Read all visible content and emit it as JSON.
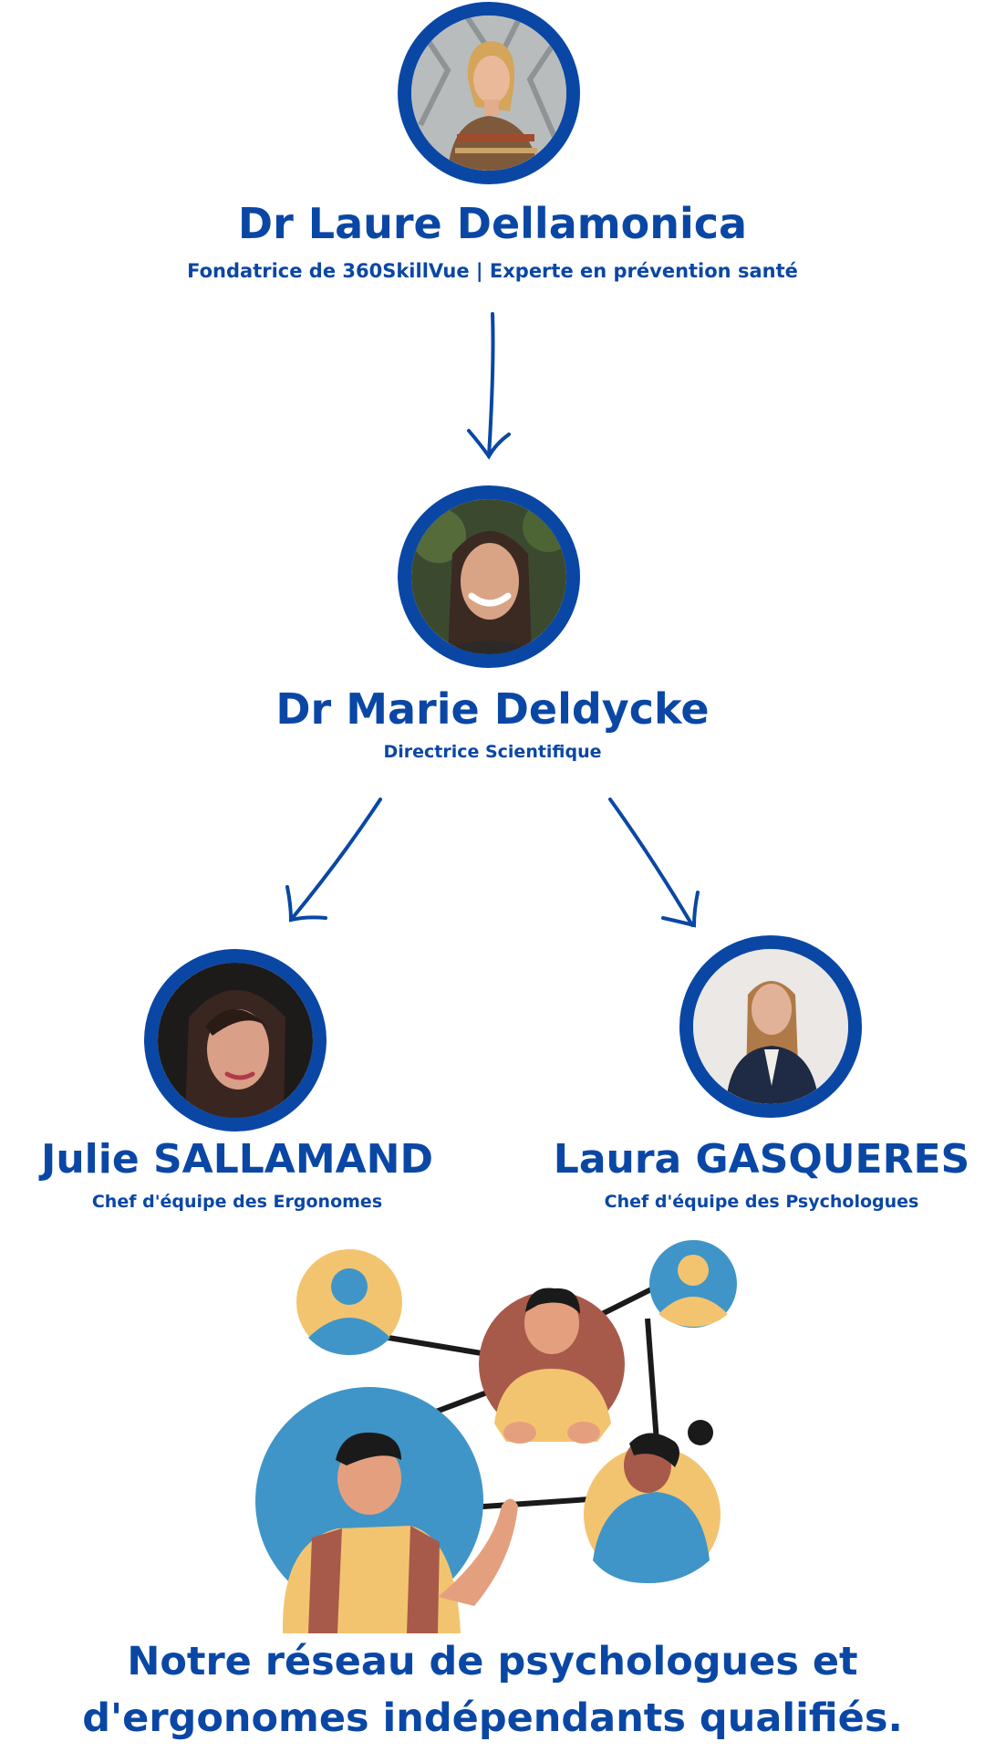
{
  "people": [
    {
      "name": "Dr Laure Dellamonica",
      "role": "Fondatrice de 360SkillVue | Experte en prévention santé"
    },
    {
      "name": "Dr Marie Deldycke",
      "role": "Directrice Scientifique"
    },
    {
      "name": "Julie SALLAMAND",
      "role": "Chef d'équipe des Ergonomes"
    },
    {
      "name": "Laura GASQUERES",
      "role": "Chef d'équipe des Psychologues"
    }
  ],
  "footer": {
    "line1": "Notre réseau de psychologues et",
    "line2": "d'ergonomes indépendants qualifiés."
  },
  "colors": {
    "brand_blue": "#0a47a5",
    "illus_blue": "#3f95c8",
    "illus_yellow": "#f3c46f",
    "illus_brown": "#a85a4a",
    "skin": "#e4a07e"
  },
  "icons": [
    "arrow-down-icon",
    "arrow-down-left-icon",
    "arrow-down-right-icon",
    "network-illustration"
  ]
}
